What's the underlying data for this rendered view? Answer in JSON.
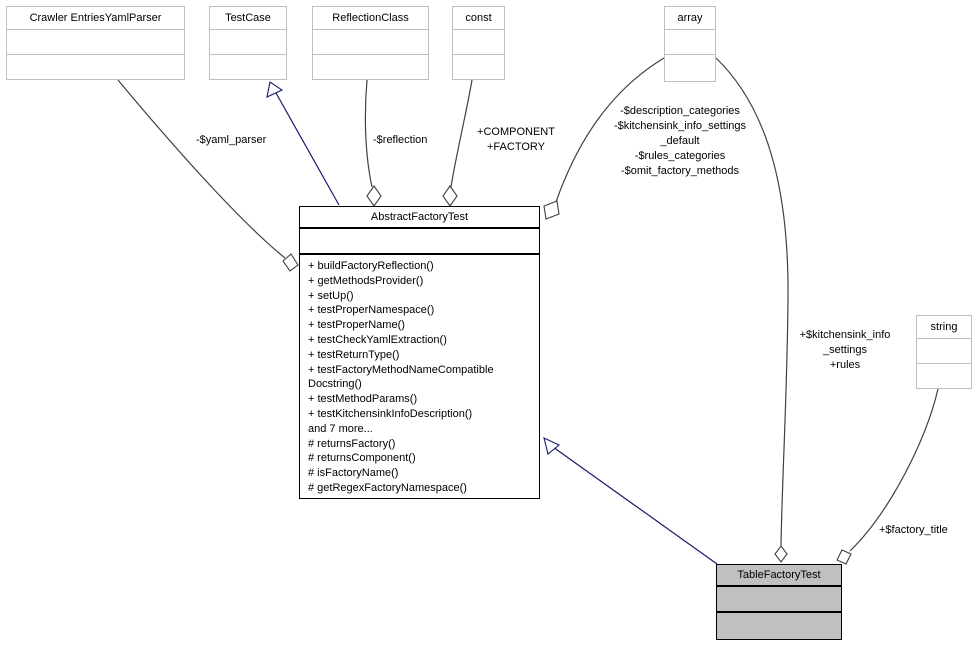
{
  "classes": {
    "crawler_entries_yaml_parser": {
      "title": "Crawler EntriesYamlParser"
    },
    "test_case": {
      "title": "TestCase"
    },
    "reflection_class": {
      "title": "ReflectionClass"
    },
    "const_node": {
      "title": "const"
    },
    "array_node": {
      "title": "array"
    },
    "string_node": {
      "title": "string"
    },
    "abstract_factory_test": {
      "title": "AbstractFactoryTest",
      "member_lines": [
        "+ buildFactoryReflection()",
        "+ getMethodsProvider()",
        "+ setUp()",
        "+ testProperNamespace()",
        "+ testProperName()",
        "+ testCheckYamlExtraction()",
        "+ testReturnType()",
        "+ testFactoryMethodNameCompatible",
        "Docstring()",
        "+ testMethodParams()",
        "+ testKitchensinkInfoDescription()",
        "and 7 more...",
        "# returnsFactory()",
        "# returnsComponent()",
        "# isFactoryName()",
        "# getRegexFactoryNamespace()"
      ]
    },
    "table_factory_test": {
      "title": "TableFactoryTest"
    }
  },
  "edge_labels": {
    "yaml_parser": "-$yaml_parser",
    "reflection": "-$reflection",
    "component_factory": "+COMPONENT\n+FACTORY",
    "array_to_abstract_factory": "-$description_categories\n-$kitchensink_info_settings\n_default\n-$rules_categories\n-$omit_factory_methods",
    "array_to_table_factory": "+$kitchensink_info\n_settings\n+rules",
    "factory_title": "+$factory_title"
  },
  "colors": {
    "edge_gray": "#404040",
    "inheritance_blue": "#191970",
    "external_box_border": "#bfbfbf",
    "highlight_fill": "#c0c0c0",
    "box_border_black": "#000000",
    "background": "#ffffff"
  }
}
